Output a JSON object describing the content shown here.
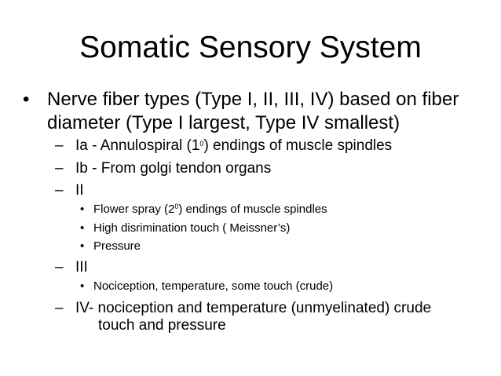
{
  "slide": {
    "title": "Somatic Sensory System",
    "bullet_main": {
      "marker": "•",
      "line1": "Nerve fiber types (Type I, II, III,  IV) based on fiber",
      "line2": "diameter (Type I largest, Type IV smallest)"
    },
    "items": {
      "ia": {
        "marker": "–",
        "before": "Ia - Annulospiral (1",
        "sup": "0",
        "after": ") endings of muscle spindles"
      },
      "ib": {
        "marker": "–",
        "text": "Ib - From golgi tendon organs"
      },
      "ii": {
        "marker": "–",
        "text": "II",
        "sub": {
          "flower": {
            "marker": "•",
            "before": "Flower spray (2",
            "sup": "0",
            "after": ") endings of muscle spindles"
          },
          "touch": {
            "marker": "•",
            "text": "High disrimination touch ( Meissner’s)"
          },
          "pressure": {
            "marker": "•",
            "text": "Pressure"
          }
        }
      },
      "iii": {
        "marker": "–",
        "text": "III",
        "sub": {
          "noci": {
            "marker": "•",
            "text": "Nociception, temperature, some touch (crude)"
          }
        }
      },
      "iv": {
        "marker": "–",
        "line1": "IV- nociception and temperature (unmyelinated) crude",
        "line2": "touch and pressure"
      }
    }
  }
}
